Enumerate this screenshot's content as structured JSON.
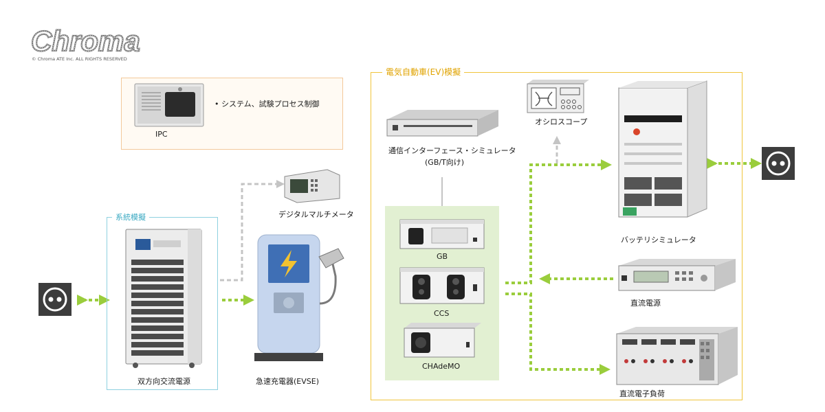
{
  "brand": {
    "name": "Chroma",
    "copyright": "© Chroma ATE Inc. ALL RIGHTS RESERVED"
  },
  "ipc": {
    "label": "IPC",
    "bullet": "• システム、試験プロセス制御"
  },
  "grid": {
    "title": "系統模擬",
    "ac_source_label": "双方向交流電源",
    "meter_label": "デジタルマルチメータ"
  },
  "evse": {
    "label": "急速充電器(EVSE)"
  },
  "ev": {
    "title": "電気自動車(EV)模擬",
    "comm_sim_label_1": "通信インターフェース・シミュレータ",
    "comm_sim_label_2": "(GB/T向け)",
    "gb_label": "GB",
    "ccs_label": "CCS",
    "chademo_label": "CHAdeMO",
    "oscilloscope_label": "オシロスコープ",
    "battery_sim_label": "バッテリシミュレータ",
    "dc_supply_label": "直流電源",
    "dc_load_label": "直流電子負荷"
  },
  "colors": {
    "green_arrow": "#9acd3c",
    "gray_arrow": "#c4c4c4",
    "ev_frame": "#f0c43a",
    "grid_frame": "#8ed0e0",
    "ipc_frame": "#f3c89a",
    "panel": "#e2f0d2"
  }
}
